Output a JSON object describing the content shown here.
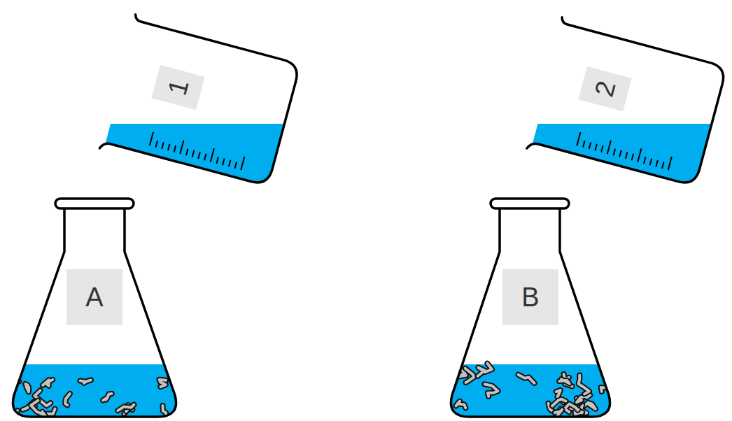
{
  "diagram": {
    "nodes": [
      {
        "text": [
          "1"
        ]
      },
      {
        "text": [
          "2"
        ]
      },
      {
        "text": [
          "A"
        ]
      },
      {
        "text": [
          "B"
        ]
      }
    ]
  }
}
